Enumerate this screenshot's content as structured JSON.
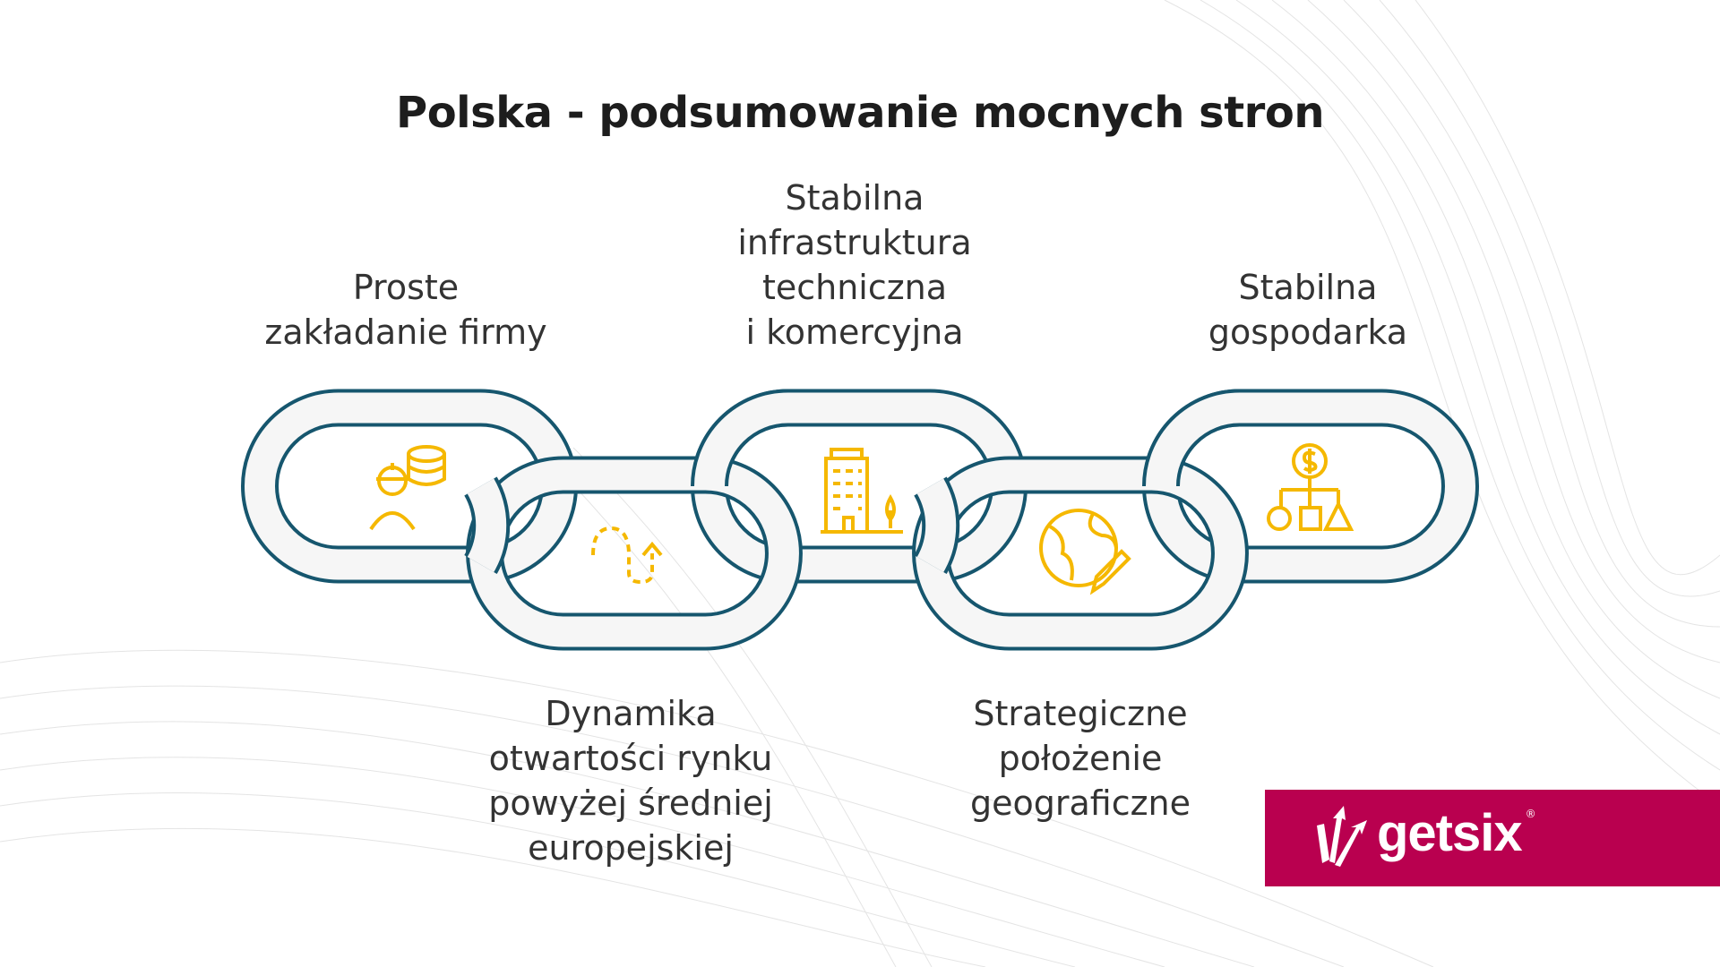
{
  "title": "Polska - podsumowanie mocnych stron",
  "strengths": [
    {
      "lines": [
        "Proste",
        "zakładanie firmy"
      ],
      "icon": "worker-coins-icon"
    },
    {
      "lines": [
        "Dynamika",
        "otwartości rynku",
        "powyżej średniej",
        "europejskiej"
      ],
      "icon": "dashed-path-arrow-icon"
    },
    {
      "lines": [
        "Stabilna",
        "infrastruktura",
        "techniczna",
        "i komercyjna"
      ],
      "icon": "building-icon"
    },
    {
      "lines": [
        "Strategiczne",
        "położenie",
        "geograficzne"
      ],
      "icon": "globe-pencil-icon"
    },
    {
      "lines": [
        "Stabilna",
        "gospodarka"
      ],
      "icon": "dollar-hierarchy-icon"
    }
  ],
  "logo": {
    "text": "getsix",
    "mark": "®"
  },
  "colors": {
    "chain_outline": "#16566e",
    "chain_fill": "#f6f6f6",
    "icon": "#f5b800",
    "logo_bg": "#b9004f"
  }
}
